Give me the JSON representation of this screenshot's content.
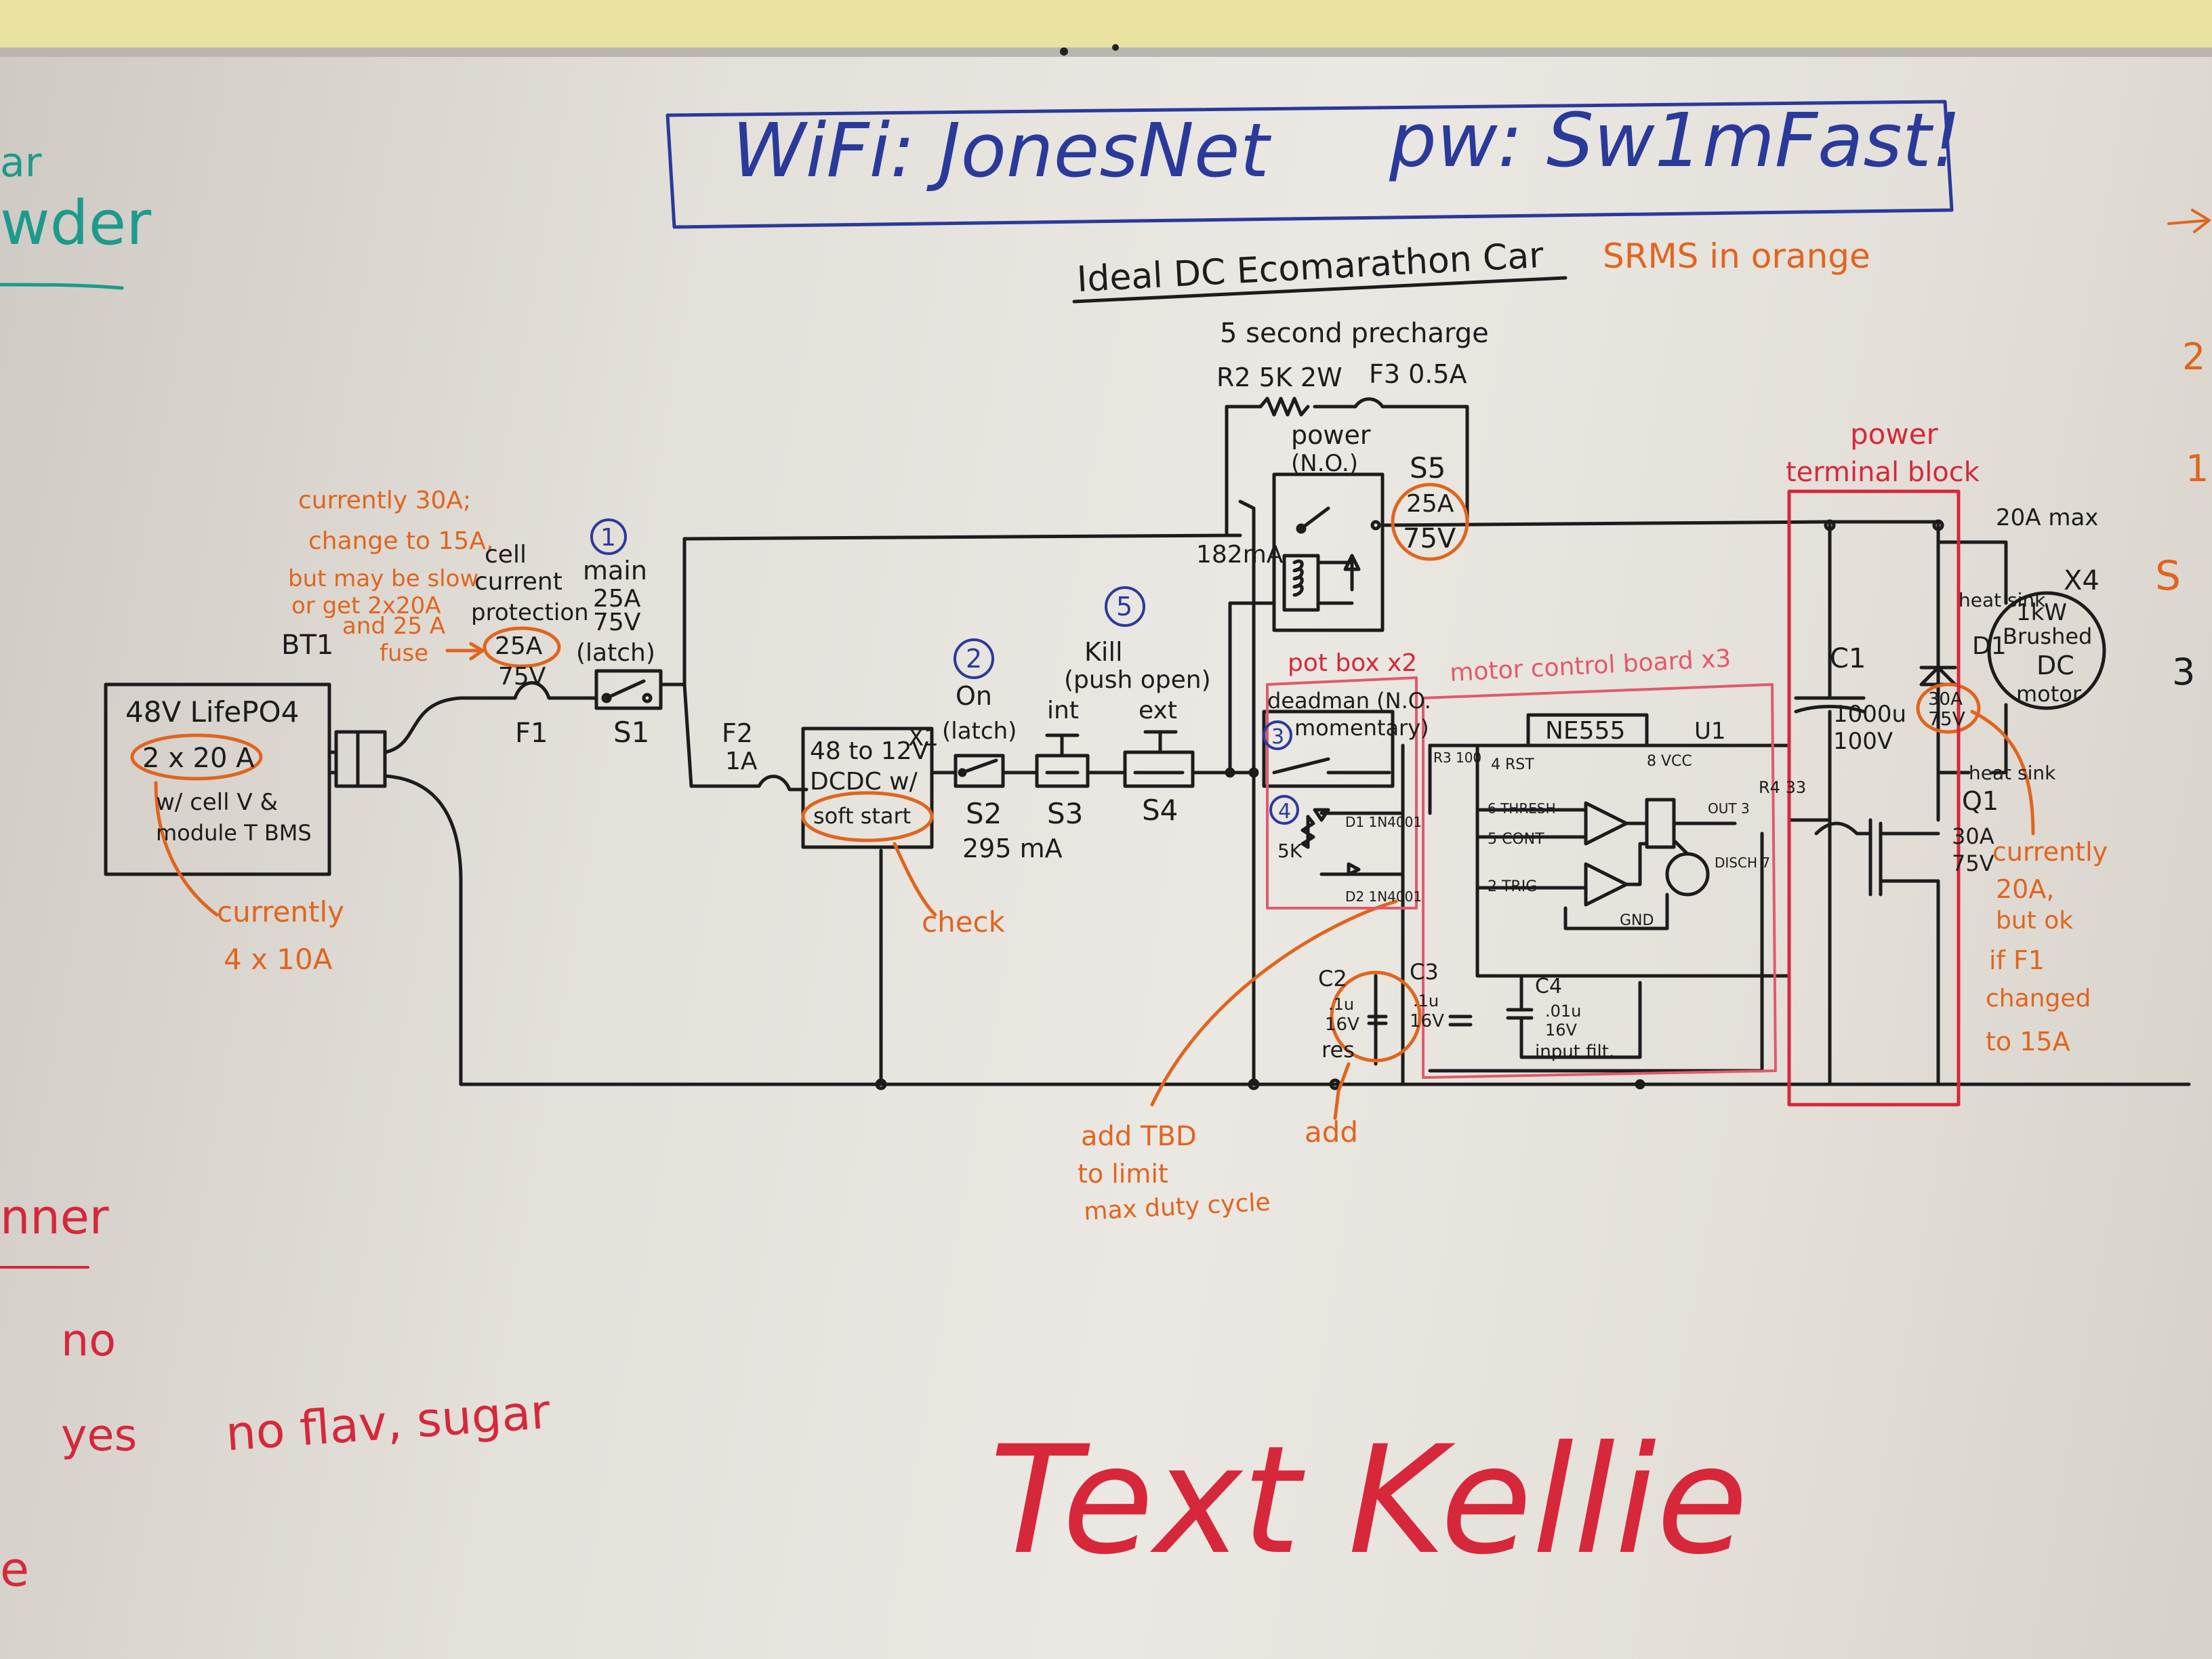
{
  "colors": {
    "black": "#1c1c1c",
    "blue": "#2a3a9a",
    "orange": "#e0651e",
    "red": "#d6283a",
    "pink": "#e05a6a",
    "teal": "#1e9a8c"
  },
  "header": {
    "wifi": "WiFi: JonesNet",
    "pw": "pw: Sw1mFast!"
  },
  "title": {
    "main": "Ideal DC Ecomarathon Car",
    "sub": "SRMS in orange"
  },
  "precharge": {
    "title": "5 second precharge",
    "r2": "R2 5K 2W",
    "f3": "F3 0.5A"
  },
  "relay": {
    "label1": "power",
    "label2": "(N.O.)",
    "current": "182mA",
    "s5": "S5",
    "s5_rating1": "25A",
    "s5_rating2": "75V"
  },
  "battery": {
    "label1": "48V LifePO4",
    "label2": "2 x 20 A",
    "label3": "w/ cell V &",
    "label4": "module T BMS",
    "ref": "BT1"
  },
  "battery_note": [
    "currently",
    "4 x 10A"
  ],
  "fuse_note": [
    "currently 30A;",
    "change to 15A,",
    "but may be slow",
    "or get 2x20A",
    "and 25 A",
    "fuse"
  ],
  "f1": {
    "label1": "cell",
    "label2": "current",
    "label3": "protection",
    "rating": "25A",
    "voltage": "75V",
    "ref": "F1"
  },
  "s1": {
    "num": "1",
    "label1": "main",
    "label2": "25A",
    "label3": "75V",
    "label4": "(latch)",
    "ref": "S1"
  },
  "f2": {
    "ref": "F2",
    "rating": "1A"
  },
  "dcdc": {
    "label1": "48 to 12V",
    "label2": "DCDC w/",
    "label3": "soft start",
    "ref": "X1",
    "note": "check"
  },
  "s2": {
    "num": "2",
    "label1": "On",
    "label2": "(latch)",
    "ref": "S2",
    "current": "295 mA"
  },
  "kill": {
    "num": "5",
    "label1": "Kill",
    "label2": "(push open)",
    "int": "int",
    "ext": "ext",
    "s3": "S3",
    "s4": "S4"
  },
  "potbox": {
    "title": "pot box x2",
    "deadman1": "deadman (N.O.",
    "deadman2": "momentary)",
    "n3": "3",
    "n4": "4",
    "pot": "5K",
    "d1": "D1 1N4001",
    "d2": "D2 1N4001"
  },
  "mcb": {
    "title": "motor control board x3",
    "chip": "NE555",
    "u1": "U1",
    "r3": "R3 100",
    "pins": [
      "4 RST",
      "8 VCC",
      "6 THRESH",
      "5 CONT",
      "2 TRIG",
      "OUT 3",
      "DISCH 7",
      "GND"
    ],
    "r4": "R4 33"
  },
  "caps": {
    "c2": [
      "C2",
      ".1u",
      "16V",
      "res"
    ],
    "c3": [
      "C3",
      ".1u",
      "16V"
    ],
    "c4": [
      "C4",
      ".01u",
      "16V",
      "input filt."
    ],
    "note_add": "add",
    "note_tbd": [
      "add TBD",
      "to limit",
      "max duty cycle"
    ]
  },
  "power_block": {
    "title1": "power",
    "title2": "terminal block",
    "max": "20A max"
  },
  "c1": {
    "ref": "C1",
    "value": "1000u",
    "voltage": "100V"
  },
  "q1": {
    "ref": "Q1",
    "rating": "30A",
    "voltage": "75V"
  },
  "d1": {
    "ref": "D1",
    "rating": "30A",
    "voltage": "75V",
    "hs1": "heat sink",
    "hs2": "heat sink"
  },
  "motor": {
    "ref": "X4",
    "label1": "1kW",
    "label2": "Brushed",
    "label3": "DC",
    "label4": "motor"
  },
  "motor_note": [
    "currently",
    "20A,",
    "but ok",
    "if F1",
    "changed",
    "to 15A"
  ],
  "left_edge": {
    "ar": "ar",
    "wder": "wder",
    "nner": "nner",
    "no": "no",
    "yes": "yes",
    "e": "e"
  },
  "misc": {
    "noflav": "no flav, sugar",
    "text_kellie": "Text Kellie"
  },
  "right_edge": {
    "n2": "2",
    "n1": "1",
    "n3": "3",
    "s": "S"
  }
}
